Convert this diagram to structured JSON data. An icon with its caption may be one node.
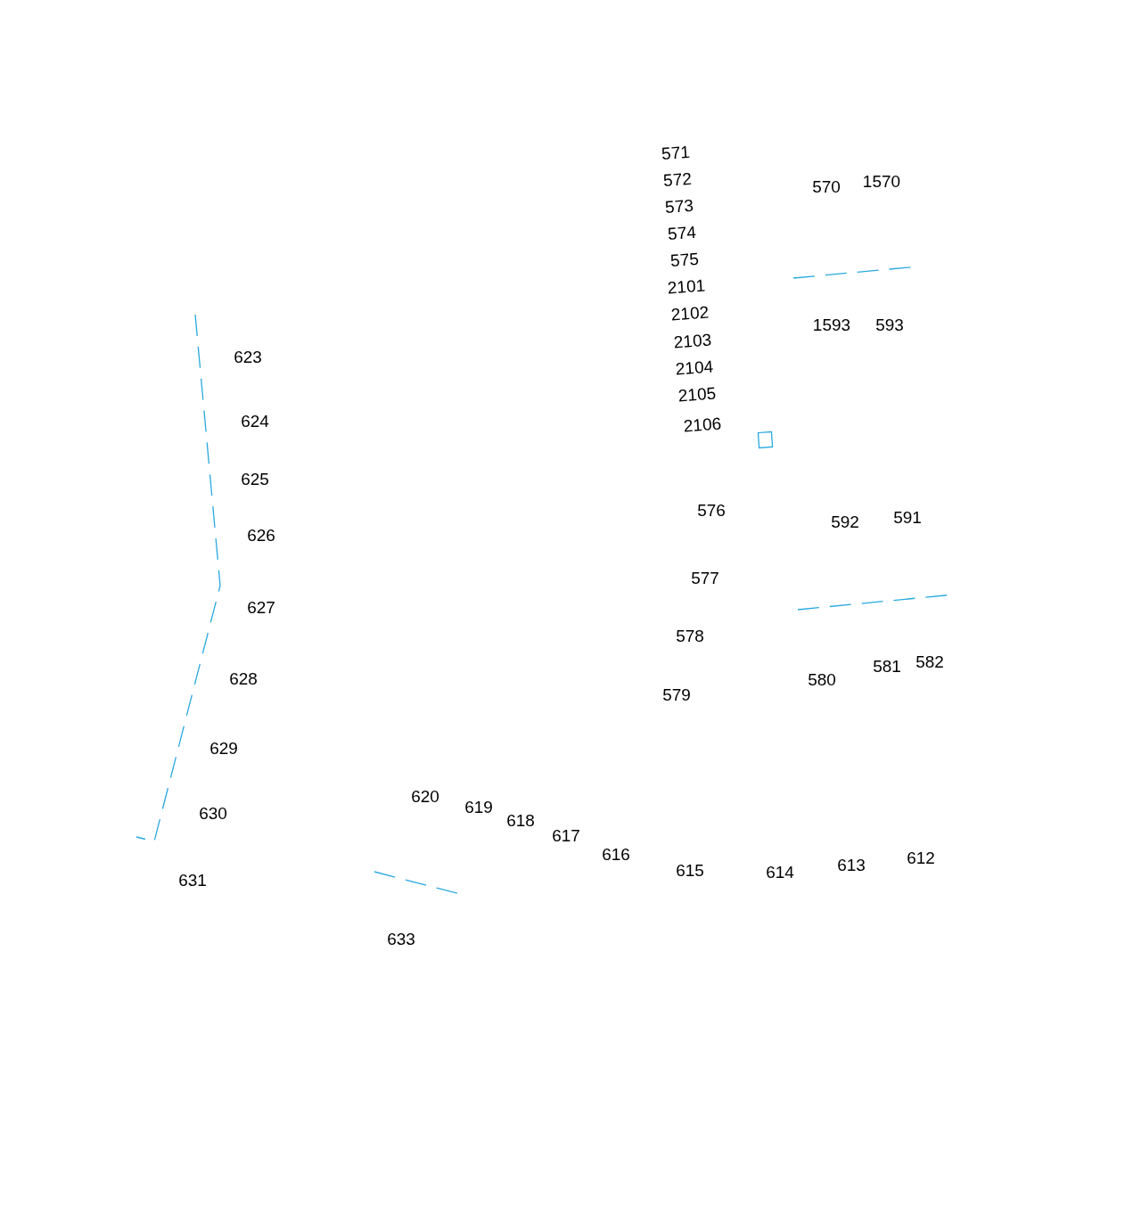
{
  "diagram": {
    "labels": [
      "571",
      "1570",
      "570",
      "572",
      "573",
      "574",
      "575",
      "2101",
      "2102",
      "1593",
      "593",
      "2103",
      "623",
      "2104",
      "2105",
      "624",
      "2106",
      "625",
      "576",
      "591",
      "592",
      "626",
      "577",
      "627",
      "578",
      "582",
      "581",
      "628",
      "580",
      "579",
      "629",
      "620",
      "619",
      "630",
      "618",
      "617",
      "616",
      "612",
      "613",
      "615",
      "614",
      "631",
      "633"
    ]
  }
}
